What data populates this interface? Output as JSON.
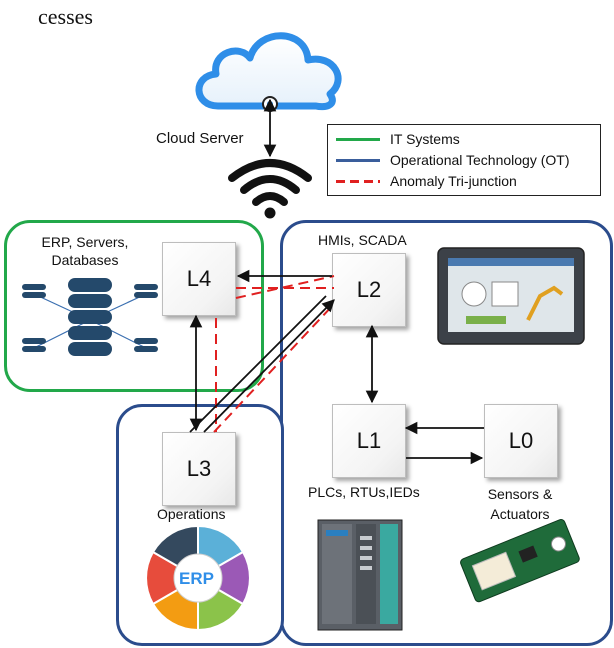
{
  "page": {
    "header_fragment": "cesses"
  },
  "cloud": {
    "label": "Cloud Server"
  },
  "legend": {
    "items": [
      {
        "label": "IT Systems",
        "color": "#22a84a",
        "style": "solid"
      },
      {
        "label": "Operational Technology (OT)",
        "color": "#3a5e9c",
        "style": "solid"
      },
      {
        "label": "Anomaly Tri-junction",
        "color": "#e02020",
        "style": "dashed"
      }
    ]
  },
  "regions": {
    "it": {
      "caption": "ERP, Servers, Databases",
      "color": "#22a84a"
    },
    "ot": {
      "caption": "HMIs, SCADA",
      "color": "#2b4c8c"
    },
    "ops": {
      "caption": "Operations",
      "color": "#2b4c8c"
    }
  },
  "nodes": {
    "l4": {
      "label": "L4"
    },
    "l3": {
      "label": "L3"
    },
    "l2": {
      "label": "L2"
    },
    "l1": {
      "label": "L1",
      "caption": "PLCs, RTUs,IEDs"
    },
    "l0": {
      "label": "L0",
      "caption": "Sensors & Actuators"
    }
  },
  "erp_wheel": {
    "center_label": "ERP"
  },
  "colors": {
    "arrow": "#111111",
    "anomaly": "#e02020",
    "cloud": "#2f8ee8",
    "db": "#24496b"
  }
}
